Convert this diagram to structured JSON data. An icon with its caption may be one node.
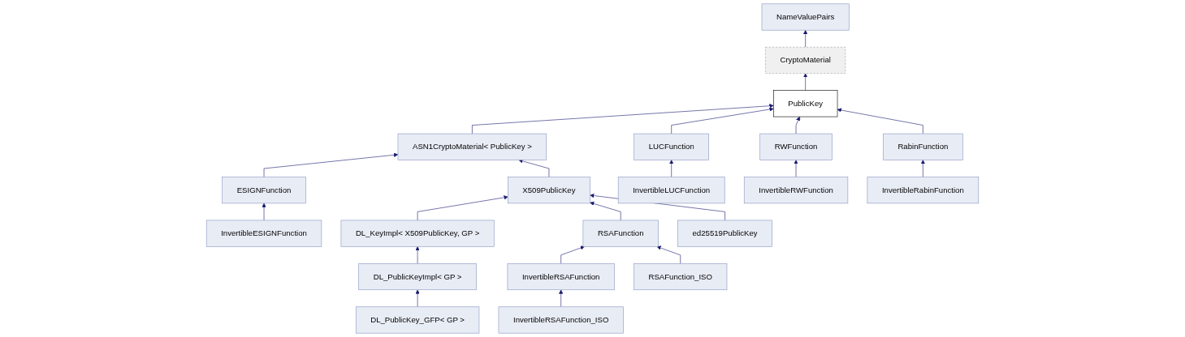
{
  "diagram": {
    "nodes": [
      {
        "text": [
          "NameValuePairs"
        ]
      },
      {
        "text": [
          "CryptoMaterial"
        ]
      },
      {
        "text": [
          "PublicKey"
        ]
      },
      {
        "text": [
          "ASN1CryptoMaterial< PublicKey >"
        ]
      },
      {
        "text": [
          "LUCFunction"
        ]
      },
      {
        "text": [
          "RWFunction"
        ]
      },
      {
        "text": [
          "RabinFunction"
        ]
      },
      {
        "text": [
          "ESIGNFunction"
        ]
      },
      {
        "text": [
          "X509PublicKey"
        ]
      },
      {
        "text": [
          "InvertibleLUCFunction"
        ]
      },
      {
        "text": [
          "InvertibleRWFunction"
        ]
      },
      {
        "text": [
          "InvertibleRabinFunction"
        ]
      },
      {
        "text": [
          "InvertibleESIGNFunction"
        ]
      },
      {
        "text": [
          "DL_KeyImpl< X509PublicKey, GP >"
        ]
      },
      {
        "text": [
          "RSAFunction"
        ]
      },
      {
        "text": [
          "ed25519PublicKey"
        ]
      },
      {
        "text": [
          "DL_PublicKeyImpl< GP >"
        ]
      },
      {
        "text": [
          "InvertibleRSAFunction"
        ]
      },
      {
        "text": [
          "RSAFunction_ISO"
        ]
      },
      {
        "text": [
          "DL_PublicKey_GFP< GP >"
        ]
      },
      {
        "text": [
          "InvertibleRSAFunction_ISO"
        ]
      }
    ],
    "edges": [
      {
        "from": 1,
        "to": 0,
        "arrow": "to"
      },
      {
        "from": 2,
        "to": 1,
        "arrow": "to"
      },
      {
        "from": 3,
        "to": 2,
        "arrow": "to"
      },
      {
        "from": 4,
        "to": 2,
        "arrow": "to"
      },
      {
        "from": 5,
        "to": 2,
        "arrow": "to"
      },
      {
        "from": 6,
        "to": 2,
        "arrow": "to"
      },
      {
        "from": 7,
        "to": 3,
        "arrow": "to"
      },
      {
        "from": 8,
        "to": 3,
        "arrow": "to"
      },
      {
        "from": 9,
        "to": 4,
        "arrow": "to"
      },
      {
        "from": 10,
        "to": 5,
        "arrow": "to"
      },
      {
        "from": 11,
        "to": 6,
        "arrow": "to"
      },
      {
        "from": 12,
        "to": 7,
        "arrow": "to"
      },
      {
        "from": 13,
        "to": 8,
        "arrow": "to"
      },
      {
        "from": 14,
        "to": 8,
        "arrow": "to"
      },
      {
        "from": 15,
        "to": 8,
        "arrow": "to"
      },
      {
        "from": 16,
        "to": 13,
        "arrow": "to"
      },
      {
        "from": 17,
        "to": 14,
        "arrow": "to"
      },
      {
        "from": 18,
        "to": 14,
        "arrow": "to"
      },
      {
        "from": 19,
        "to": 16,
        "arrow": "to"
      },
      {
        "from": 20,
        "to": 17,
        "arrow": "to"
      }
    ]
  }
}
